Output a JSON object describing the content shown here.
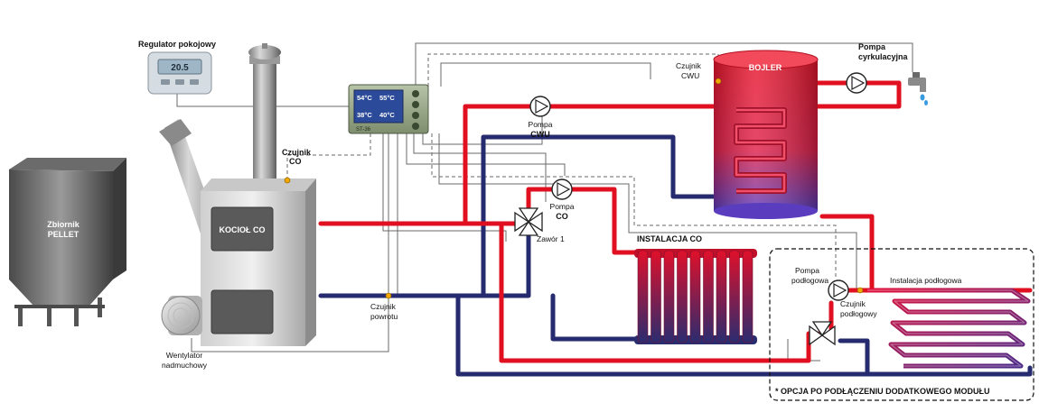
{
  "labels": {
    "regulator": "Regulator pokojowy",
    "regulator_display": "20.5",
    "pellet_tank_1": "Zbiornik",
    "pellet_tank_2": "PELLET",
    "boiler_co": "KOCIOŁ CO",
    "sensor_co_1": "Czujnik",
    "sensor_co_2": "CO",
    "fan_1": "Wentylator",
    "fan_2": "nadmuchowy",
    "sensor_return_1": "Czujnik",
    "sensor_return_2": "powrotu",
    "controller_model": "ST-36",
    "controller_readouts": [
      "54°C",
      "55°C",
      "38°C",
      "40°C"
    ],
    "pump_cwu_1": "Pompa",
    "pump_cwu_2": "CWU",
    "pump_co_1": "Pompa",
    "pump_co_2": "CO",
    "valve_1": "Zawór 1",
    "sensor_cwu_1": "Czujnik",
    "sensor_cwu_2": "CWU",
    "bojler": "BOJLER",
    "pump_circ_1": "Pompa",
    "pump_circ_2": "cyrkulacyjna",
    "installation_co": "INSTALACJA CO",
    "pump_floor_1": "Pompa",
    "pump_floor_2": "podłogowa",
    "sensor_floor_1": "Czujnik",
    "sensor_floor_2": "podłogowy",
    "floor_installation": "Instalacja podłogowa",
    "option_note": "* OPCJA PO PODŁĄCZENIU DODATKOWEGO MODUŁU"
  },
  "colors": {
    "supply_pipe": "#e01020",
    "return_pipe": "#262a6e",
    "sensor": "#f0a800"
  },
  "icons": [
    "pump-icon",
    "three-way-valve-icon",
    "tap-icon",
    "sensor-icon"
  ]
}
